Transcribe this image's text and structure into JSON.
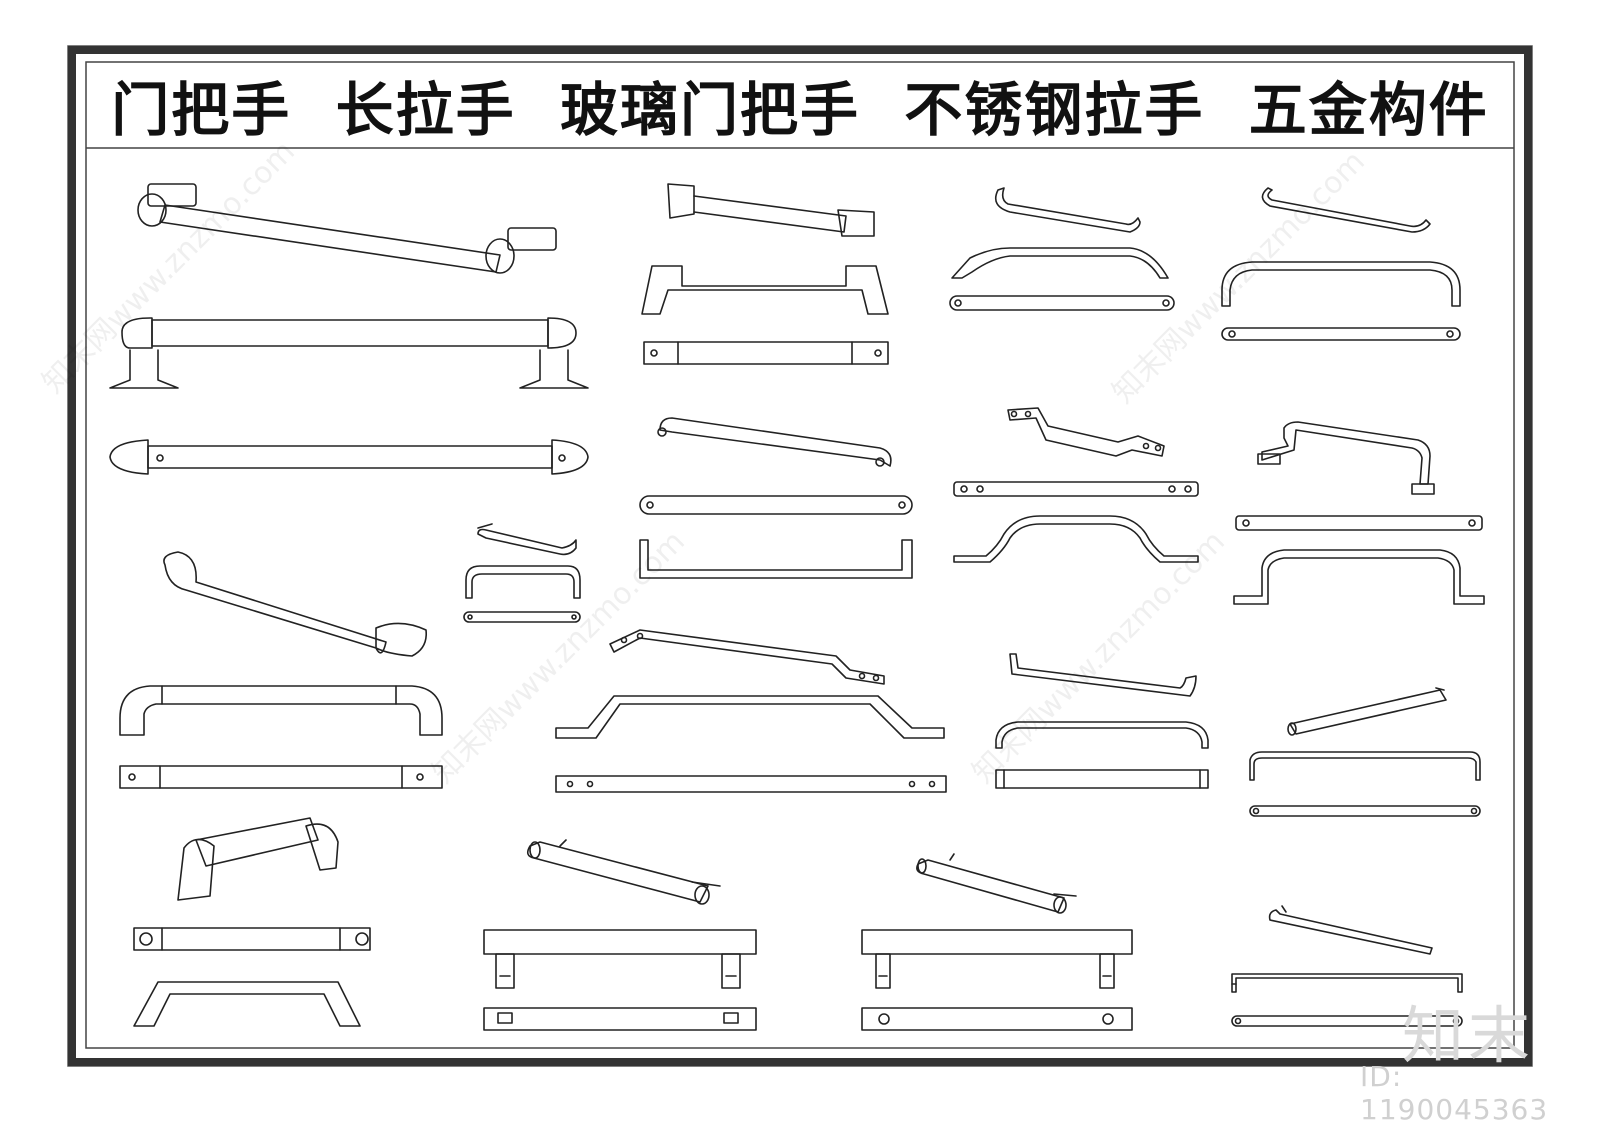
{
  "title": "门把手  长拉手  玻璃门把手  不锈钢拉手  五金构件",
  "watermark": {
    "logo": "知末",
    "id": "ID: 1190045363",
    "site": "znzmo.com",
    "site_text": "知末网www.znzmo.com"
  },
  "colors": {
    "border_outer": "#333333",
    "border_inner": "#555555",
    "line": "#222222",
    "watermark": "#d9d9d9"
  }
}
